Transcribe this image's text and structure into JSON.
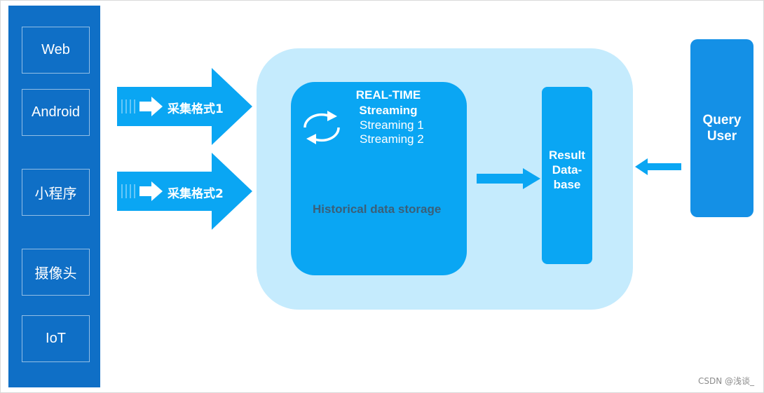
{
  "sources": [
    {
      "label": "Web"
    },
    {
      "label": "Android"
    },
    {
      "label": "小程序"
    },
    {
      "label": "摄像头"
    },
    {
      "label": "IoT"
    }
  ],
  "collection": [
    {
      "label": "采集格式1"
    },
    {
      "label": "采集格式2"
    }
  ],
  "realtime": {
    "title_line1": "REAL-TIME",
    "title_line2": "Streaming",
    "items": [
      "Streaming 1",
      "Streaming 2"
    ],
    "icon": "refresh-cycle-icon"
  },
  "historical": {
    "label": "Historical data storage"
  },
  "result_db": {
    "line1": "Result",
    "line2": "Data-",
    "line3": "base"
  },
  "query_user": {
    "line1": "Query",
    "line2": "User"
  },
  "watermark": "CSDN @浅谈_",
  "colors": {
    "source_column": "#0f6fc6",
    "processing_bg": "#c5ebfd",
    "component": "#0aa6f3",
    "query_user": "#1490e6",
    "arrow": "#0aa6f3"
  }
}
